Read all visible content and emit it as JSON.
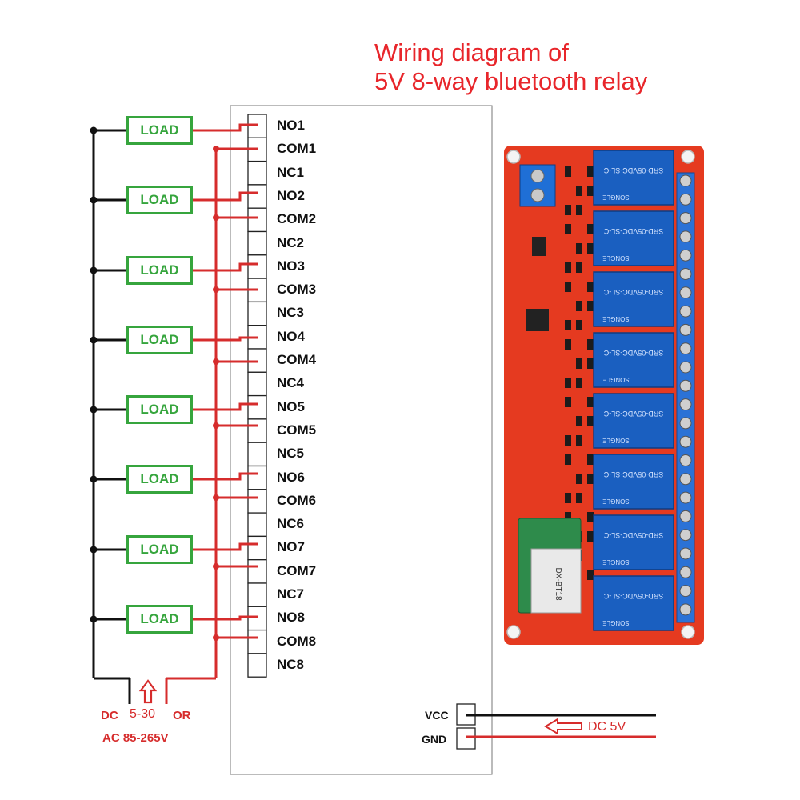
{
  "title": {
    "line1": "Wiring diagram of",
    "line2": "5V 8-way bluetooth relay"
  },
  "load_label": "LOAD",
  "terminals": [
    "NO1",
    "COM1",
    "NC1",
    "NO2",
    "COM2",
    "NC2",
    "NO3",
    "COM3",
    "NC3",
    "NO4",
    "COM4",
    "NC4",
    "NO5",
    "COM5",
    "NC5",
    "NO6",
    "COM6",
    "NC6",
    "NO7",
    "COM7",
    "NC7",
    "NO8",
    "COM8",
    "NC8"
  ],
  "power_supply": {
    "prefix": "DC",
    "range": "5-30",
    "or": "OR",
    "ac": "AC 85-265V"
  },
  "module_power": {
    "vcc": "VCC",
    "gnd": "GND",
    "source": "DC 5V"
  },
  "board": {
    "relay_text": "SRD-05VDC-SL-C",
    "relay_brand": "SONGLE",
    "bt_module": "DX-BT18",
    "channels": 8
  },
  "colors": {
    "wire_red": "#d62c2c",
    "wire_black": "#111111",
    "load_green": "#36a53d",
    "title_red": "#e8262b",
    "board_red": "#e53a20",
    "relay_blue": "#1a5fc0",
    "terminal_blue": "#2b72d6"
  }
}
